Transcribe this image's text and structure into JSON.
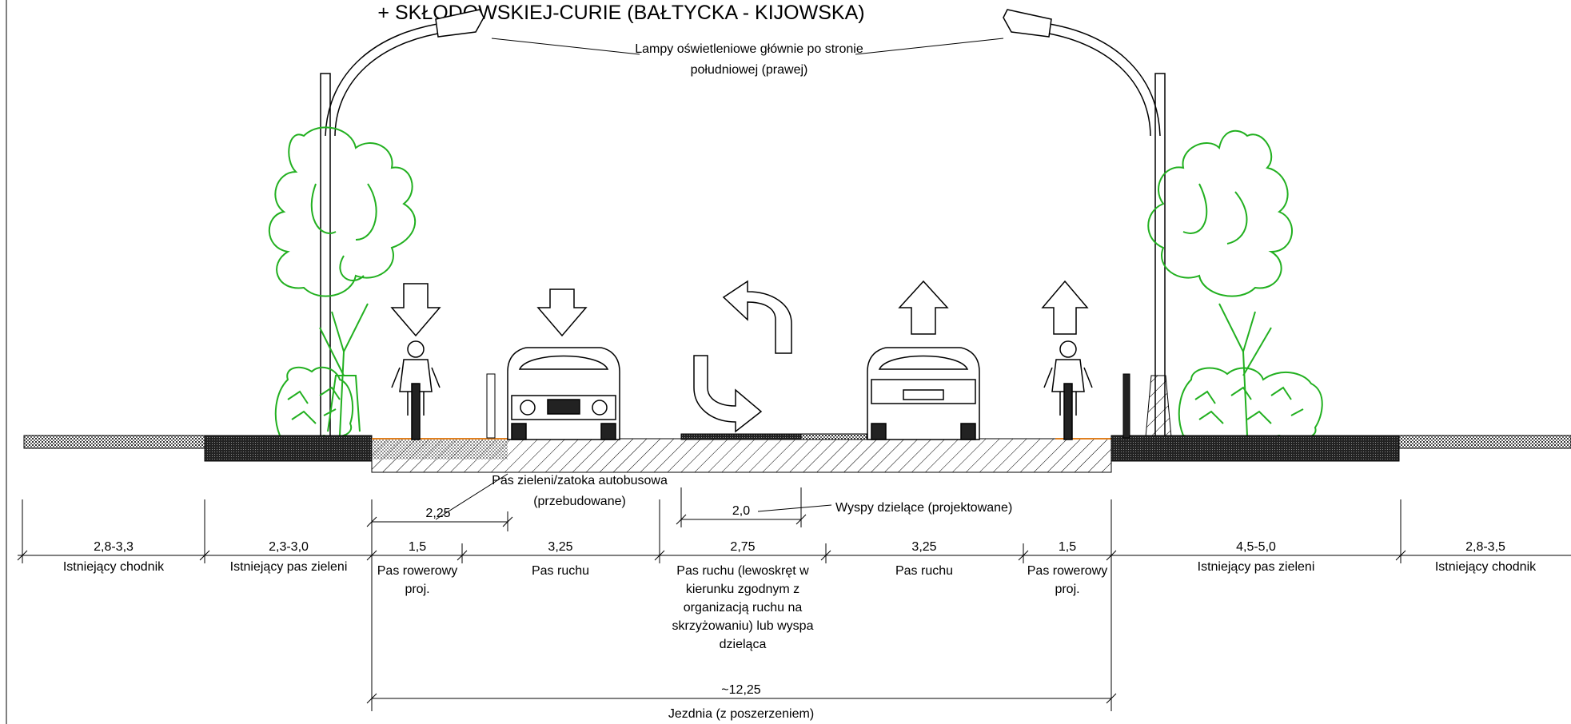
{
  "title": "+ SKŁODOWSKIEJ-CURIE (BAŁTYCKA - KIJOWSKA)",
  "lamp_note": [
    "Lampy oświetleniowe głównie po stronie",
    "południowej (prawej)"
  ],
  "bus_bay_note": [
    "Pas zieleni/zatoka autobusowa",
    "(przebudowane)"
  ],
  "islands_note": "Wyspy dzielące (projektowane)",
  "top_dims": [
    {
      "value": "2,25"
    },
    {
      "value": "2,0"
    }
  ],
  "sections": [
    {
      "value": "2,8-3,3",
      "label": [
        "Istniejący chodnik"
      ]
    },
    {
      "value": "2,3-3,0",
      "label": [
        "Istniejący pas zieleni"
      ]
    },
    {
      "value": "1,5",
      "label": [
        "Pas rowerowy",
        "proj."
      ]
    },
    {
      "value": "3,25",
      "label": [
        "Pas ruchu"
      ]
    },
    {
      "value": "2,75",
      "label": [
        "Pas ruchu (lewoskręt w",
        "kierunku zgodnym z",
        "organizacją ruchu na",
        "skrzyżowaniu) lub wyspa",
        "dzieląca"
      ]
    },
    {
      "value": "3,25",
      "label": [
        "Pas ruchu"
      ]
    },
    {
      "value": "1,5",
      "label": [
        "Pas rowerowy",
        "proj."
      ]
    },
    {
      "value": "4,5-5,0",
      "label": [
        "Istniejący pas zieleni"
      ]
    },
    {
      "value": "2,8-3,5",
      "label": [
        "Istniejący chodnik"
      ]
    }
  ],
  "total": {
    "value": "~12,25",
    "label": "Jezdnia (z poszerzeniem)"
  },
  "colors": {
    "tree": "#22b020",
    "line": "#000000",
    "bikelane": "#e08020"
  }
}
